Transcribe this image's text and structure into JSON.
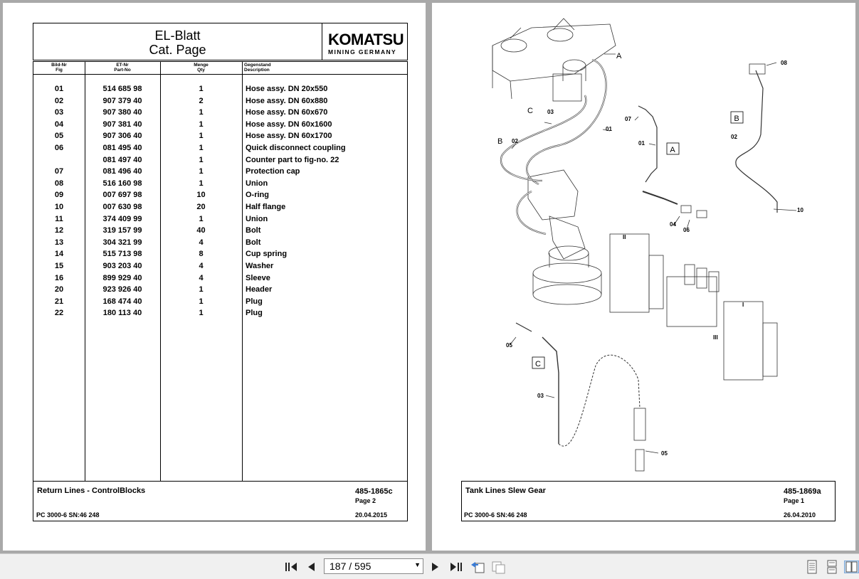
{
  "left_page": {
    "title_de": "EL-Blatt",
    "title_en": "Cat. Page",
    "logo": {
      "brand": "KOMATSU",
      "sub": "MINING GERMANY"
    },
    "headers": {
      "fig_de": "Bild-Nr",
      "fig_en": "Fig",
      "part_de": "ET-Nr",
      "part_en": "Part-No",
      "qty_de": "Menge",
      "qty_en": "Qty",
      "desc_de": "Gegenstand",
      "desc_en": "Description"
    },
    "rows": [
      {
        "fig": "01",
        "part": "514 685 98",
        "qty": "1",
        "desc": "Hose assy. DN 20x550"
      },
      {
        "fig": "02",
        "part": "907 379 40",
        "qty": "2",
        "desc": "Hose assy. DN 60x880"
      },
      {
        "fig": "03",
        "part": "907 380 40",
        "qty": "1",
        "desc": "Hose assy. DN 60x670"
      },
      {
        "fig": "04",
        "part": "907 381 40",
        "qty": "1",
        "desc": "Hose assy. DN 60x1600"
      },
      {
        "fig": "05",
        "part": "907 306 40",
        "qty": "1",
        "desc": "Hose assy. DN 60x1700"
      },
      {
        "fig": "06",
        "part": "081 495 40",
        "qty": "1",
        "desc": "Quick disconnect coupling"
      },
      {
        "fig": "",
        "part": "081 497 40",
        "qty": "1",
        "desc": "Counter part to fig-no. 22"
      },
      {
        "fig": "07",
        "part": "081 496 40",
        "qty": "1",
        "desc": "Protection cap"
      },
      {
        "fig": "08",
        "part": "516 160 98",
        "qty": "1",
        "desc": "Union"
      },
      {
        "fig": "09",
        "part": "007 697 98",
        "qty": "10",
        "desc": "O-ring"
      },
      {
        "fig": "10",
        "part": "007 630 98",
        "qty": "20",
        "desc": "Half flange"
      },
      {
        "fig": "11",
        "part": "374 409 99",
        "qty": "1",
        "desc": "Union"
      },
      {
        "fig": "12",
        "part": "319 157 99",
        "qty": "40",
        "desc": "Bolt"
      },
      {
        "fig": "13",
        "part": "304 321 99",
        "qty": "4",
        "desc": "Bolt"
      },
      {
        "fig": "14",
        "part": "515 713 98",
        "qty": "8",
        "desc": "Cup spring"
      },
      {
        "fig": "15",
        "part": "903 203 40",
        "qty": "4",
        "desc": "Washer"
      },
      {
        "fig": "16",
        "part": "899 929 40",
        "qty": "4",
        "desc": "Sleeve"
      },
      {
        "fig": "20",
        "part": "923 926 40",
        "qty": "1",
        "desc": "Header"
      },
      {
        "fig": "21",
        "part": "168 474 40",
        "qty": "1",
        "desc": "Plug"
      },
      {
        "fig": "22",
        "part": "180 113 40",
        "qty": "1",
        "desc": "Plug"
      }
    ],
    "footer": {
      "title": "Return Lines - ControlBlocks",
      "doc_no": "485-1865c",
      "page": "Page 2",
      "machine": "PC 3000-6 SN:46 248",
      "date": "20.04.2015"
    }
  },
  "right_page": {
    "callouts": {
      "A": "A",
      "B": "B",
      "C": "C",
      "n01": "01",
      "n02": "02",
      "n03": "03",
      "n04": "04",
      "n05": "05",
      "n06": "06",
      "n07": "07",
      "n08": "08",
      "n10": "10",
      "block_II": "II",
      "block_III": "III",
      "block_I": "I"
    },
    "footer": {
      "title": "Tank Lines Slew Gear",
      "doc_no": "485-1869a",
      "page": "Page 1",
      "machine": "PC 3000-6 SN:46 248",
      "date": "26.04.2010"
    }
  },
  "toolbar": {
    "page_indicator": "187 / 595",
    "icons": [
      "first-page-icon",
      "prev-page-icon",
      "next-page-icon",
      "last-page-icon",
      "go-back-view-icon",
      "go-forward-view-icon",
      "single-page-icon",
      "continuous-page-icon",
      "facing-pages-icon"
    ]
  }
}
